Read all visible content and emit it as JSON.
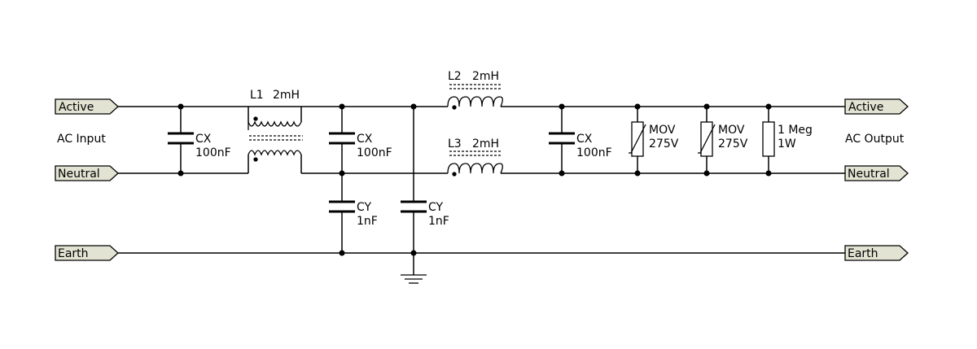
{
  "ports": {
    "in_active": "Active",
    "in_neutral": "Neutral",
    "in_earth": "Earth",
    "out_active": "Active",
    "out_neutral": "Neutral",
    "out_earth": "Earth"
  },
  "labels": {
    "ac_input": "AC Input",
    "ac_output": "AC Output"
  },
  "components": {
    "cx1": {
      "name": "CX",
      "value": "100nF"
    },
    "l1": {
      "name": "L1",
      "value": "2mH"
    },
    "cx2": {
      "name": "CX",
      "value": "100nF"
    },
    "cy1": {
      "name": "CY",
      "value": "1nF"
    },
    "cy2": {
      "name": "CY",
      "value": "1nF"
    },
    "l2": {
      "name": "L2",
      "value": "2mH"
    },
    "l3": {
      "name": "L3",
      "value": "2mH"
    },
    "cx3": {
      "name": "CX",
      "value": "100nF"
    },
    "mov1": {
      "name": "MOV",
      "value": "275V"
    },
    "mov2": {
      "name": "MOV",
      "value": "275V"
    },
    "r1": {
      "name": "1 Meg",
      "value": "1W"
    }
  },
  "colors": {
    "wire": "#000000",
    "port_fill": "#e3e3d3",
    "background": "#ffffff"
  }
}
